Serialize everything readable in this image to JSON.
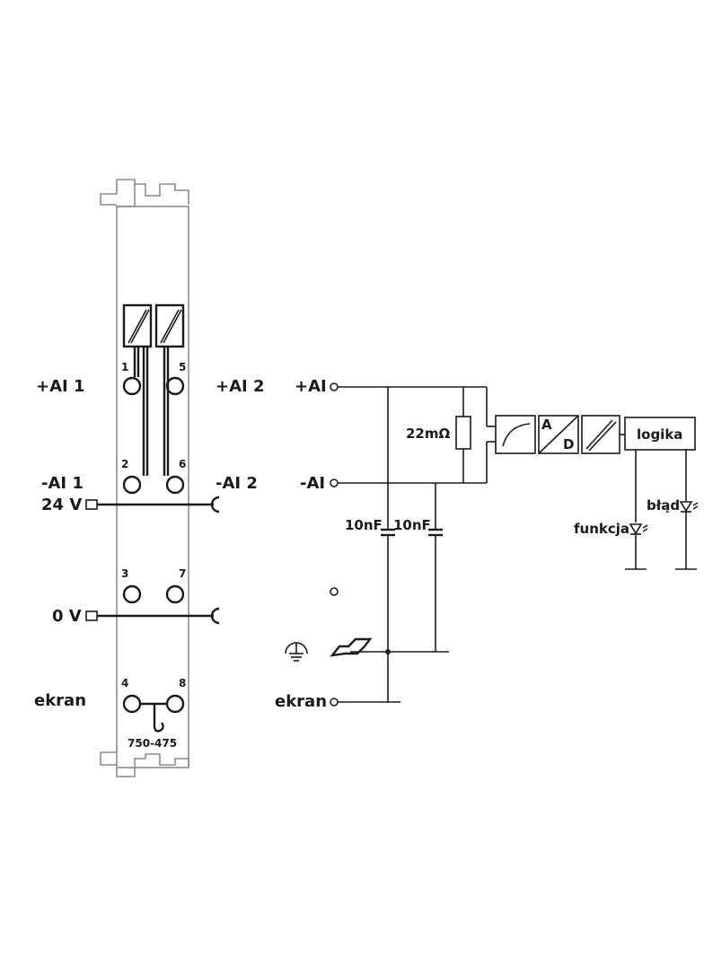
{
  "module": {
    "part_number": "750-475",
    "left_labels": {
      "ai1_plus": "+AI 1",
      "ai1_minus": "-AI 1",
      "v24": "24 V",
      "v0": "0 V",
      "shield": "ekran"
    },
    "right_labels": {
      "ai2_plus": "+AI 2",
      "ai2_minus": "-AI 2"
    },
    "terminals": [
      "1",
      "2",
      "3",
      "4",
      "5",
      "6",
      "7",
      "8"
    ]
  },
  "circuit": {
    "ai_plus": "+AI",
    "ai_minus": "-AI",
    "shield": "ekran",
    "resistor": "22mΩ",
    "cap1": "10nF",
    "cap2": "10nF",
    "adc_a": "A",
    "adc_d": "D",
    "logic": "logika",
    "led_function": "funkcja",
    "led_error": "błąd"
  },
  "colors": {
    "line": "#1a1a1a",
    "module_outline": "#8c8c8c"
  }
}
